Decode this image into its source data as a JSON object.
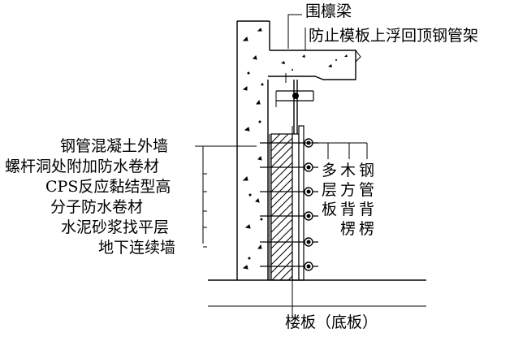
{
  "labels": {
    "surround_beam": "围檩梁",
    "anti_float_frame": "防止模板上浮回顶钢管架",
    "outer_wall": "钢管混凝土外墙",
    "bolt_hole_membrane": "螺杆洞处附加防水卷材",
    "cps_line1": "CPS反应黏结型高",
    "cps_line2": "分子防水卷材",
    "mortar_layer": "水泥砂浆找平层",
    "diaphragm_wall": "地下连续墙",
    "floor_slab": "楼板（底板）",
    "formwork_col": [
      "多",
      "层",
      "板"
    ],
    "timber_col": [
      "木",
      "方",
      "背",
      "楞"
    ],
    "steel_col": [
      "钢",
      "管",
      "背",
      "楞"
    ]
  }
}
